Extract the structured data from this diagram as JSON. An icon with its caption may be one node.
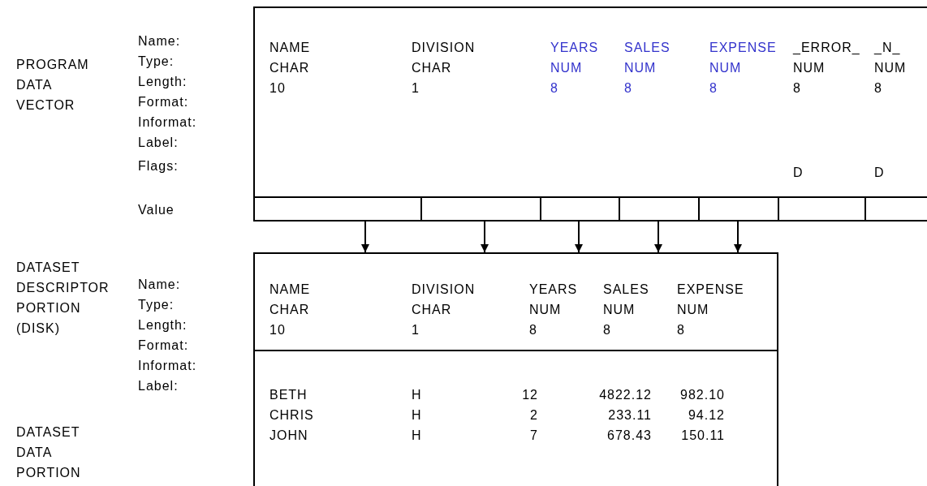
{
  "diagram": {
    "nodes": [
      {
        "text": [
          "NAME",
          "DIVISION",
          "YEARS",
          "SALES",
          "EXPENSE",
          "_ERROR_",
          "_N_",
          "CHAR",
          "CHAR",
          "NUM",
          "NUM",
          "NUM",
          "NUM",
          "NUM",
          "10",
          "1",
          "8",
          "8",
          "8",
          "8",
          "8",
          "D",
          "D"
        ]
      },
      {
        "text": [],
        "shape": "box"
      },
      {
        "text": [],
        "shape": "box"
      },
      {
        "text": [],
        "shape": "box"
      },
      {
        "text": [],
        "shape": "box"
      },
      {
        "text": [],
        "shape": "box"
      },
      {
        "text": [],
        "shape": "box"
      },
      {
        "text": [],
        "shape": "box"
      },
      {
        "text": [
          "NAME",
          "DIVISION",
          "YEARS",
          "SALES",
          "EXPENSE",
          "CHAR",
          "CHAR",
          "NUM",
          "NUM",
          "NUM",
          "10",
          "1",
          "8",
          "8",
          "8"
        ]
      },
      {
        "text": [
          "BETH",
          "H",
          "12",
          "4822.12",
          "982.10",
          "CHRIS",
          "H",
          "2",
          "233.11",
          "94.12",
          "JOHN",
          "H",
          "7",
          "678.43",
          "150.11"
        ]
      }
    ],
    "edges": [
      {
        "from": 1,
        "to": 8,
        "arrow": "to"
      },
      {
        "from": 2,
        "to": 8,
        "arrow": "to"
      },
      {
        "from": 3,
        "to": 8,
        "arrow": "to"
      },
      {
        "from": 4,
        "to": 8,
        "arrow": "to"
      },
      {
        "from": 5,
        "to": 8,
        "arrow": "to"
      }
    ],
    "labels": [
      "Name:",
      "PROGRAM DATA VECTOR",
      "Type:",
      "Length:",
      "Format:",
      "Informat:",
      "Label:",
      "Flags:",
      "Value",
      "DATASET DESCRIPTOR PORTION (DISK)",
      "Name:",
      "Type:",
      "Length:",
      "Format:",
      "Informat:",
      "Label:",
      "DATASET DATA PORTION"
    ]
  }
}
